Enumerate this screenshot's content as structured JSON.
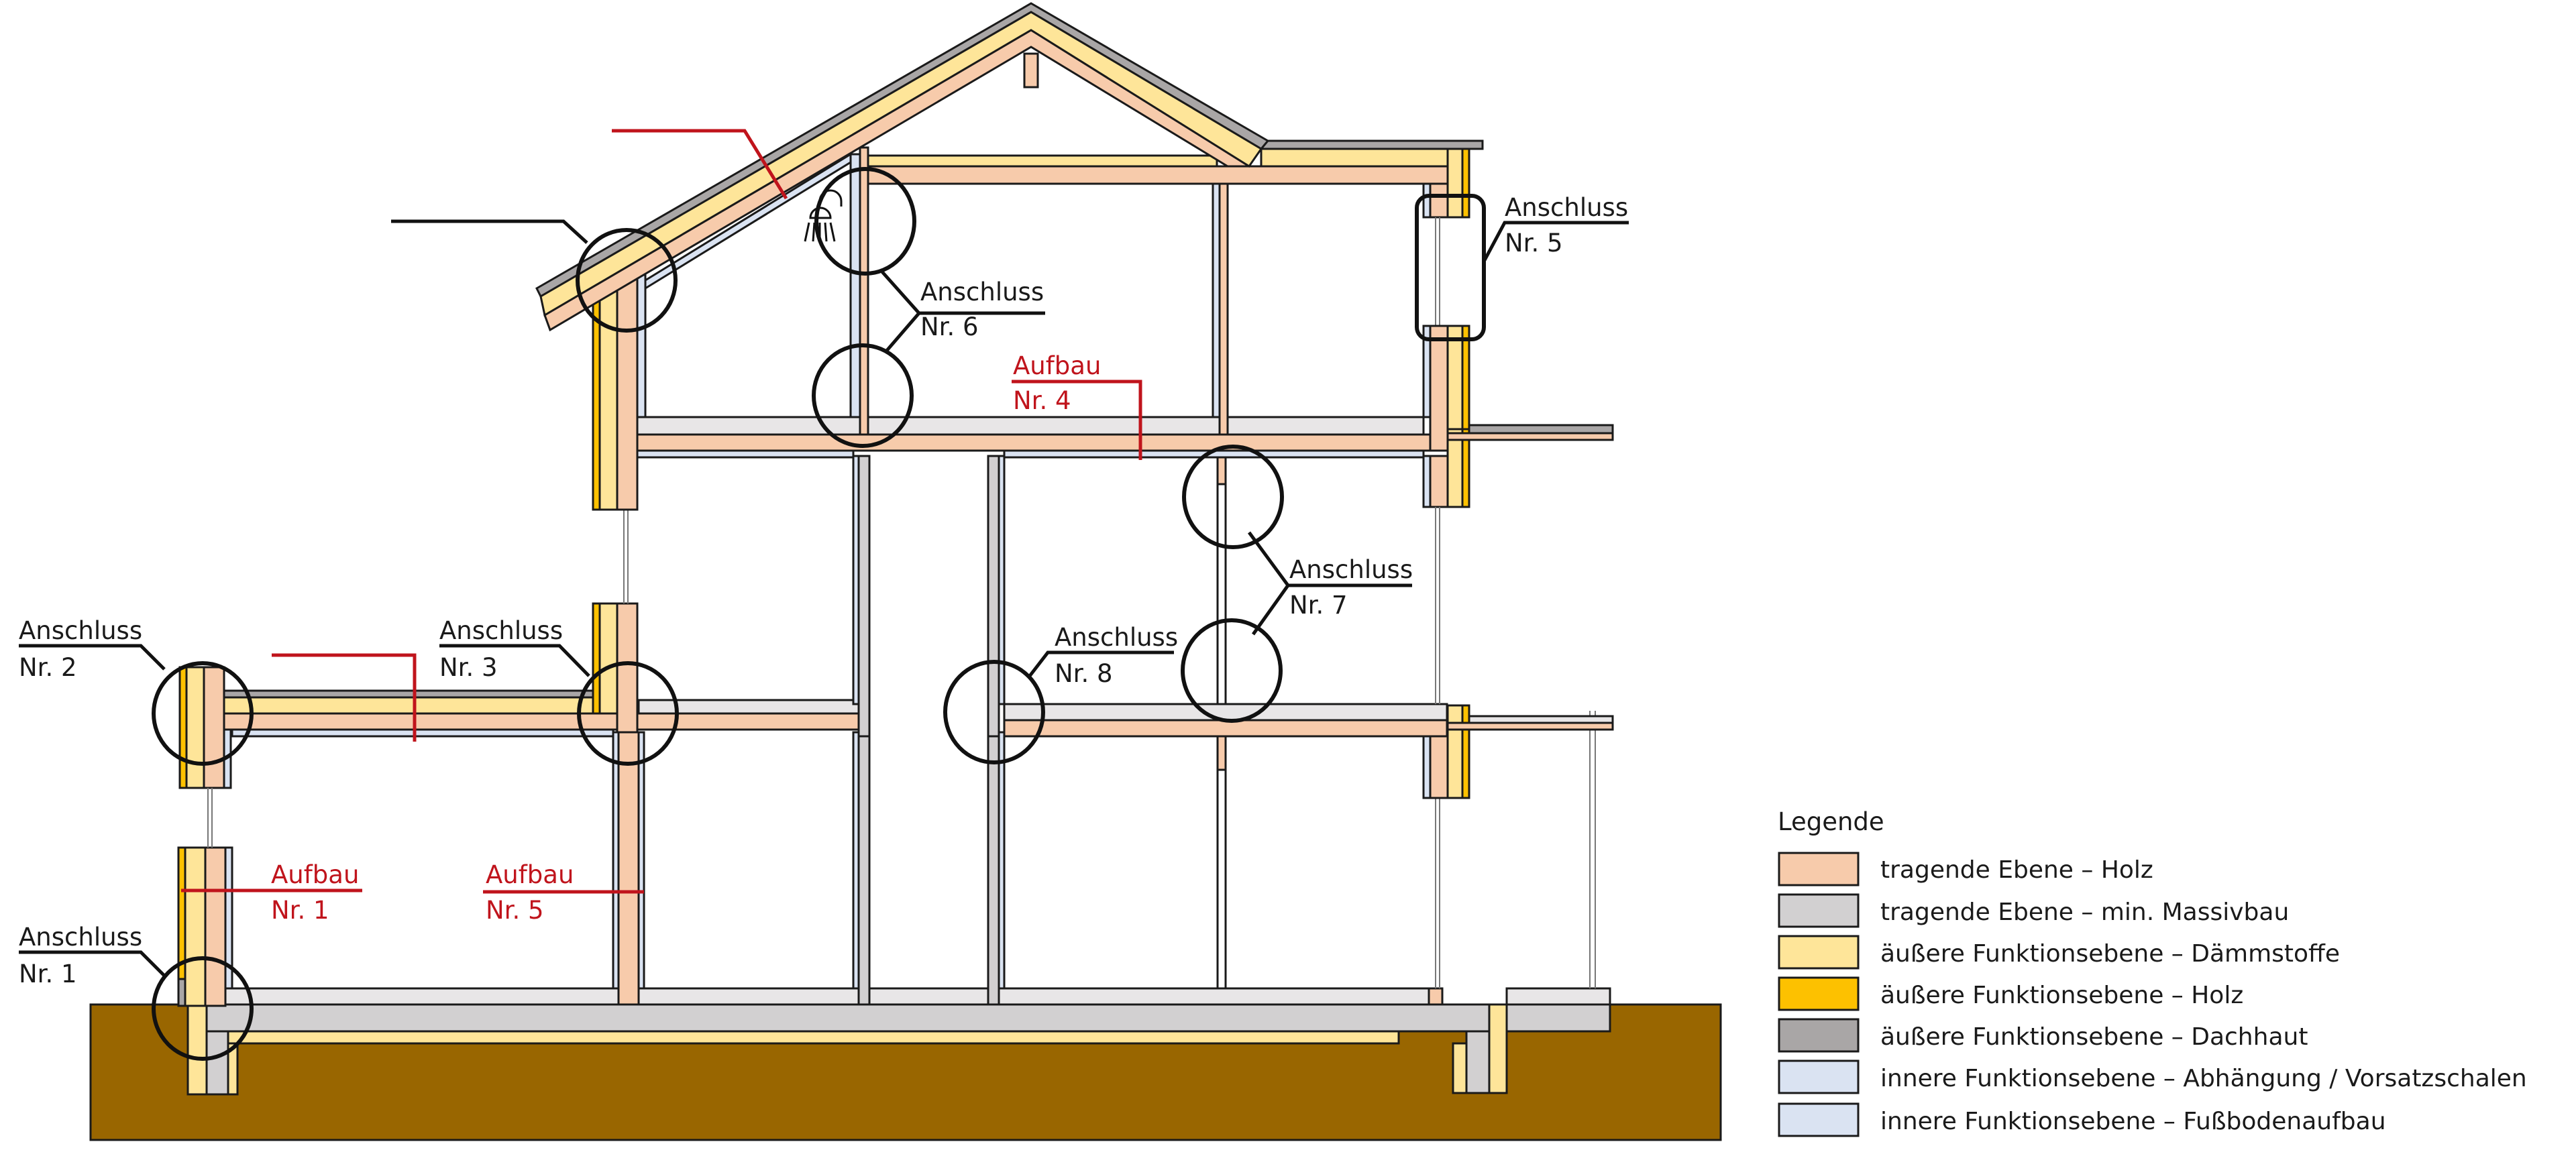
{
  "diagram": {
    "type": "building-section",
    "description": "Vertical section of a timber-frame house with connection details and build-ups"
  },
  "annotations": {
    "anschluss": [
      {
        "id": 1,
        "line1": "Anschluss",
        "line2": "Nr. 1"
      },
      {
        "id": 2,
        "line1": "Anschluss",
        "line2": "Nr. 2"
      },
      {
        "id": 3,
        "line1": "Anschluss",
        "line2": "Nr. 3"
      },
      {
        "id": 5,
        "line1": "Anschluss",
        "line2": "Nr. 5"
      },
      {
        "id": 6,
        "line1": "Anschluss",
        "line2": "Nr. 6"
      },
      {
        "id": 7,
        "line1": "Anschluss",
        "line2": "Nr. 7"
      },
      {
        "id": 8,
        "line1": "Anschluss",
        "line2": "Nr. 8"
      }
    ],
    "aufbau": [
      {
        "id": 1,
        "line1": "Aufbau",
        "line2": "Nr. 1"
      },
      {
        "id": 4,
        "line1": "Aufbau",
        "line2": "Nr. 4"
      },
      {
        "id": 5,
        "line1": "Aufbau",
        "line2": "Nr. 5"
      }
    ],
    "icons": [
      "shower-icon"
    ]
  },
  "legend": {
    "title": "Legende",
    "items": [
      {
        "label": "tragende Ebene – Holz",
        "color": "#f7cbab"
      },
      {
        "label": "tragende Ebene – min. Massivbau",
        "color": "#d2d0d1"
      },
      {
        "label": "äußere Funktionsebene – Dämmstoffe",
        "color": "#fee599"
      },
      {
        "label": "äußere Funktionsebene – Holz",
        "color": "#fdc100"
      },
      {
        "label": "äußere Funktionsebene – Dachhaut",
        "color": "#a9a6a6"
      },
      {
        "label": "innere Funktionsebene – Abhängung / Vorsatzschalen",
        "color": "#dae3f2"
      },
      {
        "label": "innere Funktionsebene – Fußbodenaufbau",
        "color": "#dae3f2"
      }
    ]
  },
  "colors": {
    "accent_red": "#c0141c",
    "earth": "#996600",
    "outline": "#1a1a1a"
  }
}
